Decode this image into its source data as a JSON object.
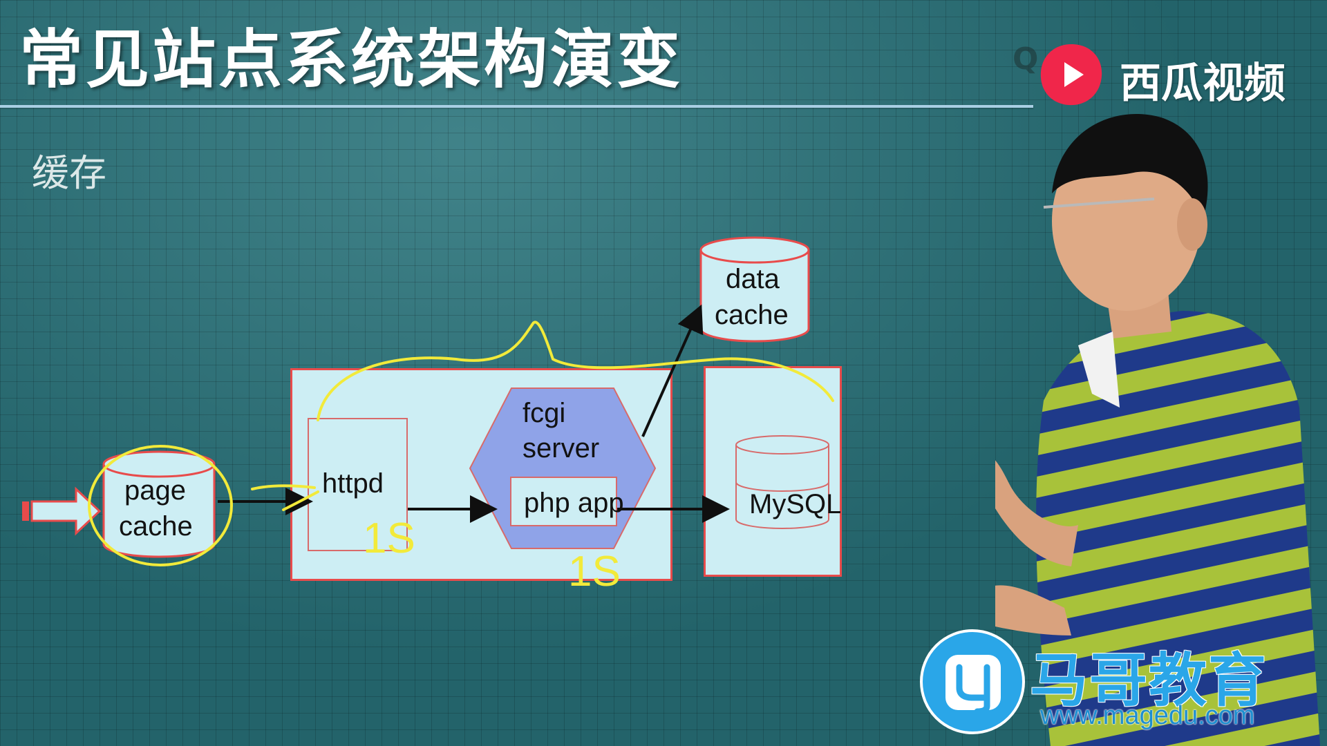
{
  "slide": {
    "title": "常见站点系统架构演变",
    "section": "缓存",
    "ghost_text": "Q"
  },
  "watermark": {
    "name": "西瓜视频",
    "icon": "play-icon",
    "brand_color": "#f0264a"
  },
  "diagram": {
    "page_cache": {
      "line1": "page",
      "line2": "cache"
    },
    "httpd": "httpd",
    "fcgi": {
      "line1": "fcgi",
      "line2": "server"
    },
    "php_app": "php app",
    "data_cache": {
      "line1": "data",
      "line2": "cache"
    },
    "mysql": "MySQL",
    "handwriting": [
      "1S",
      "1S"
    ],
    "colors": {
      "box_fill": "#cdeef4",
      "box_border": "#e84b4b",
      "hexagon": "#8fa3e8",
      "annotation": "#f2ea3a"
    }
  },
  "logo": {
    "name": "马哥教育",
    "url": "www.magedu.com",
    "color": "#2aa6e8"
  }
}
